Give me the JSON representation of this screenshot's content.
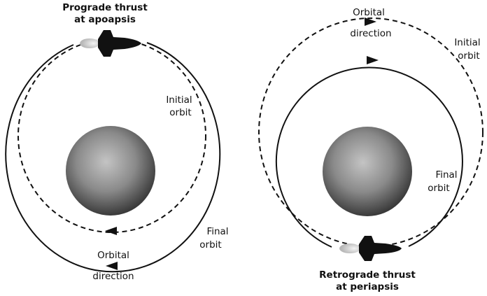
{
  "left_panel": {
    "title_line1": "Prograde thrust",
    "title_line2": "at apoapsis",
    "initial_orbit_line1": "Initial",
    "initial_orbit_line2": "orbit",
    "final_orbit_line1": "Final",
    "final_orbit_line2": "orbit",
    "direction_line1": "Orbital",
    "direction_line2": "direction"
  },
  "right_panel": {
    "title_line1": "Retrograde thrust",
    "title_line2": "at periapsis",
    "initial_orbit_line1": "Initial",
    "initial_orbit_line2": "orbit",
    "final_orbit_line1": "Final",
    "final_orbit_line2": "orbit",
    "direction_line1": "Orbital",
    "direction_line2": "direction"
  },
  "colors": {
    "line": "#111111",
    "planet_light": "#bdbdbd",
    "planet_dark": "#3a3a3a",
    "exhaust": "#c8c8c8"
  }
}
